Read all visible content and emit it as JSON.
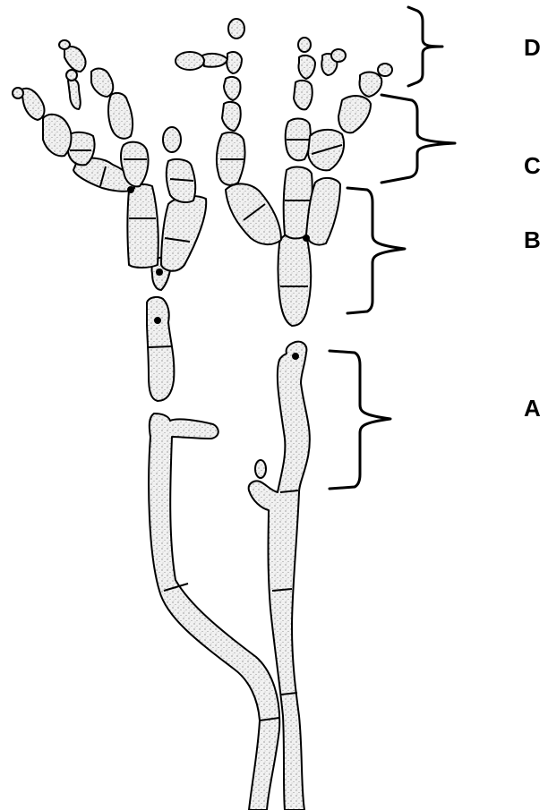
{
  "labels": {
    "d": "D",
    "c": "C",
    "b": "B",
    "a": "A"
  },
  "colors": {
    "ink": "#000000",
    "cell_fill": "#e8e8e8",
    "background": "#ffffff"
  }
}
